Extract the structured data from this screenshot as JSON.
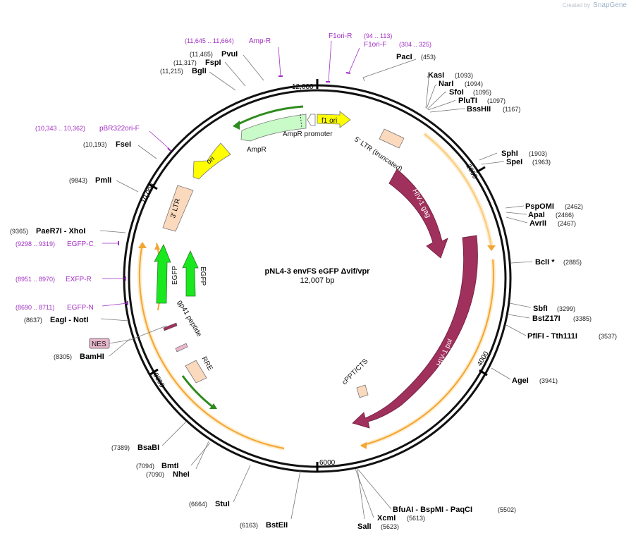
{
  "credit": {
    "prefix": "Created by",
    "brand": "SnapGene"
  },
  "plasmid": {
    "name": "pNL4-3 envFS eGFP Δvif/vpr",
    "length_label": "12,007 bp",
    "length": 12007
  },
  "ticks": [
    {
      "pos": 12000,
      "label": "12,000"
    },
    {
      "pos": 2000,
      "label": "2000"
    },
    {
      "pos": 4000,
      "label": "4000"
    },
    {
      "pos": 6000,
      "label": "6000"
    },
    {
      "pos": 8000,
      "label": "8000"
    },
    {
      "pos": 10000,
      "label": "10,000"
    }
  ],
  "sites": [
    {
      "name": "PacI",
      "pos": "(453)"
    },
    {
      "name": "KasI",
      "pos": "(1093)"
    },
    {
      "name": "NarI",
      "pos": "(1094)"
    },
    {
      "name": "SfoI",
      "pos": "(1095)"
    },
    {
      "name": "PluTI",
      "pos": "(1097)"
    },
    {
      "name": "BssHII",
      "pos": "(1167)"
    },
    {
      "name": "SphI",
      "pos": "(1903)"
    },
    {
      "name": "SpeI",
      "pos": "(1963)"
    },
    {
      "name": "PspOMI",
      "pos": "(2462)"
    },
    {
      "name": "ApaI",
      "pos": "(2466)"
    },
    {
      "name": "AvrII",
      "pos": "(2467)"
    },
    {
      "name": "BclI *",
      "pos": "(2885)"
    },
    {
      "name": "SbfI",
      "pos": "(3299)"
    },
    {
      "name": "BstZ17I",
      "pos": "(3385)"
    },
    {
      "name": "PflFI - Tth111I",
      "pos": "(3537)"
    },
    {
      "name": "AgeI",
      "pos": "(3941)"
    },
    {
      "name": "BfuAI - BspMI - PaqCI",
      "pos": "(5502)"
    },
    {
      "name": "XcmI",
      "pos": "(5613)"
    },
    {
      "name": "SalI",
      "pos": "(5623)"
    },
    {
      "name": "BstEII",
      "pos": "(6163)"
    },
    {
      "name": "StuI",
      "pos": "(6664)"
    },
    {
      "name": "NheI",
      "pos": "(7090)"
    },
    {
      "name": "BmtI",
      "pos": "(7094)"
    },
    {
      "name": "BsaBI",
      "pos": "(7389)"
    },
    {
      "name": "BamHI",
      "pos": "(8305)"
    },
    {
      "name": "EagI - NotI",
      "pos": "(8637)"
    },
    {
      "name": "PaeR7I - XhoI",
      "pos": "(9365)"
    },
    {
      "name": "PmlI",
      "pos": "(9843)"
    },
    {
      "name": "FseI",
      "pos": "(10,193)"
    },
    {
      "name": "BglI",
      "pos": "(11,215)"
    },
    {
      "name": "FspI",
      "pos": "(11,317)"
    },
    {
      "name": "PvuI",
      "pos": "(11,465)"
    }
  ],
  "primers": [
    {
      "name": "Amp-R",
      "range": "(11,645 .. 11,664)"
    },
    {
      "name": "F1ori-R",
      "range": "(94 .. 113)"
    },
    {
      "name": "F1ori-F",
      "range": "(304 .. 325)"
    },
    {
      "name": "pBR322ori-F",
      "range": "(10,343 .. 10,362)"
    },
    {
      "name": "EGFP-C",
      "range": "(9298 .. 9319)"
    },
    {
      "name": "EXFP-R",
      "range": "(8951 .. 8970)"
    },
    {
      "name": "EGFP-N",
      "range": "(8690 .. 8711)"
    }
  ],
  "features": {
    "f1_ori": "f1 ori",
    "ampr_promoter": "AmpR promoter",
    "ampr": "AmpR",
    "ori": "ori",
    "ltr5": "5' LTR (truncated)",
    "gag": "HIV-1 gag",
    "pol": "HIV-1 pol",
    "cppt": "cPPT/CTS",
    "rre": "RRE",
    "gp41": "gp41 peptide",
    "egfp_left": "EGFP",
    "egfp_right": "EGFP",
    "ltr3": "3' LTR",
    "nes": "NES"
  },
  "colors": {
    "hiv": "#a0305c",
    "egfp": "#19e81e",
    "ltr": "#fbd9bd",
    "ori": "#ffff00",
    "ampr": "#c8fbc7",
    "orf": "#f3a533",
    "primer": "#a12fc2",
    "nes": "#e8b7cc"
  }
}
